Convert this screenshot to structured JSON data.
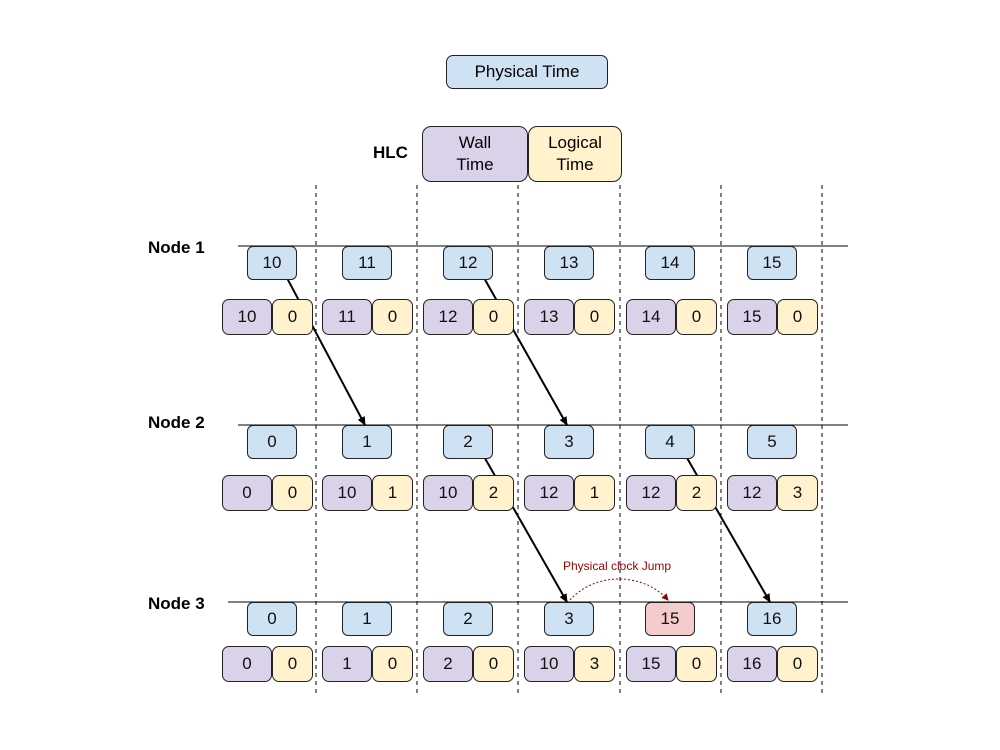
{
  "legend": {
    "physical_time": "Physical Time",
    "hlc_label": "HLC",
    "wall_time": "Wall\nTime",
    "logical_time": "Logical\nTime"
  },
  "nodes": [
    {
      "label": "Node 1",
      "physical": [
        "10",
        "11",
        "12",
        "13",
        "14",
        "15"
      ],
      "hlc": [
        [
          "10",
          "0"
        ],
        [
          "11",
          "0"
        ],
        [
          "12",
          "0"
        ],
        [
          "13",
          "0"
        ],
        [
          "14",
          "0"
        ],
        [
          "15",
          "0"
        ]
      ]
    },
    {
      "label": "Node 2",
      "physical": [
        "0",
        "1",
        "2",
        "3",
        "4",
        "5"
      ],
      "hlc": [
        [
          "0",
          "0"
        ],
        [
          "10",
          "1"
        ],
        [
          "10",
          "2"
        ],
        [
          "12",
          "1"
        ],
        [
          "12",
          "2"
        ],
        [
          "12",
          "3"
        ]
      ]
    },
    {
      "label": "Node 3",
      "physical": [
        "0",
        "1",
        "2",
        "3",
        "15",
        "16"
      ],
      "hlc": [
        [
          "0",
          "0"
        ],
        [
          "1",
          "0"
        ],
        [
          "2",
          "0"
        ],
        [
          "10",
          "3"
        ],
        [
          "15",
          "0"
        ],
        [
          "16",
          "0"
        ]
      ]
    }
  ],
  "messages": [
    {
      "from_node": 0,
      "from_col": 0,
      "to_node": 1,
      "to_col": 1
    },
    {
      "from_node": 0,
      "from_col": 2,
      "to_node": 1,
      "to_col": 3
    },
    {
      "from_node": 1,
      "from_col": 2,
      "to_node": 2,
      "to_col": 3
    },
    {
      "from_node": 1,
      "from_col": 4,
      "to_node": 2,
      "to_col": 5
    }
  ],
  "clock_jump": {
    "label": "Physical clock Jump",
    "node": 2,
    "from_col": 3,
    "to_col": 4,
    "highlight_color": "#f4cccc"
  },
  "colors": {
    "physical": "#cfe2f3",
    "wall": "#d9d2e9",
    "logical": "#fff2cc",
    "jump_arrow": "#990000"
  }
}
